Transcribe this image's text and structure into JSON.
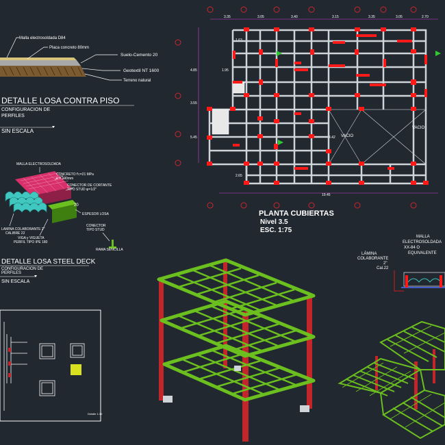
{
  "colors": {
    "background": "#212830",
    "grid_axis": "#d0262a",
    "beam": "#cfd4d8",
    "column": "#ff1a1a",
    "dimension": "#d040d0",
    "steel_green": "#6bbf1e",
    "steel_red": "#c2262a",
    "text": "#ffffff"
  },
  "detail_slab": {
    "labels": [
      "Malla electrosoldada D84",
      "Placa concreto 80mm",
      "Suelo-Cemento 20",
      "Geotextil NT 1600",
      "Terreno natural"
    ],
    "title": "DETALLE  LOSA CONTRA PISO",
    "subtitle_1": "CONFIGURACION DE",
    "subtitle_2": "PERFILES",
    "scale": "SIN ESCALA"
  },
  "detail_steel_deck": {
    "labels": {
      "mesh": "MALLA ELECTROSOLDADA",
      "concrete_1": "CONCRETO  f'c=21 MPa",
      "concrete_2": "e  =  100mm",
      "connector_1": "CONECTOR DE CORTANTE",
      "connector_2": "TIPO STUD  φ=1/2\"",
      "slab_thickness": "ESPESOR LOSA",
      "sheet_1": "LAMINA COLABORANTE 2\"",
      "sheet_2": "CALIBRE 22",
      "beam_1": "VIGA  y  VIGUETA",
      "beam_2": "PERFIL TIPO IPE 180",
      "stud_1": "CONECTOR",
      "stud_2": "TIPO STUD",
      "fold": "RAMA SENCILLA",
      "dim": "20"
    },
    "title": "DETALLE  LOSA STEEL DECK",
    "subtitle_1": "CONFIGURACION DE",
    "subtitle_2": "PERFILES",
    "scale": "SIN ESCALA"
  },
  "plan": {
    "title": "PLANTA CUBIERTAS",
    "level": "Nivel 3.5",
    "scale": "ESC. 1:75",
    "void_1": "VACIO",
    "void_2": "VACIO",
    "top_dims": [
      "3.35",
      "3.05",
      "3.40",
      "3.15",
      "3.35",
      "3.05",
      "2.70"
    ],
    "left_dims": [
      "4.85",
      "3.55",
      "5.45"
    ],
    "inner_dims": [
      "1.63",
      "1.95",
      "4.42",
      "2.65"
    ],
    "bottom_dim": "19.45"
  },
  "deck_detail_right": {
    "sheet_1": "LÁMINA",
    "sheet_2": "COLABORANTE",
    "sheet_3": "2\"",
    "sheet_4": "Cal.22",
    "mesh_1": "MALLA",
    "mesh_2": "ELECTROSOLDADA",
    "mesh_3": "XX-84  O",
    "mesh_4": "EQUIVALENTE"
  },
  "profile_box": {
    "note": "Detalle 1:10"
  }
}
